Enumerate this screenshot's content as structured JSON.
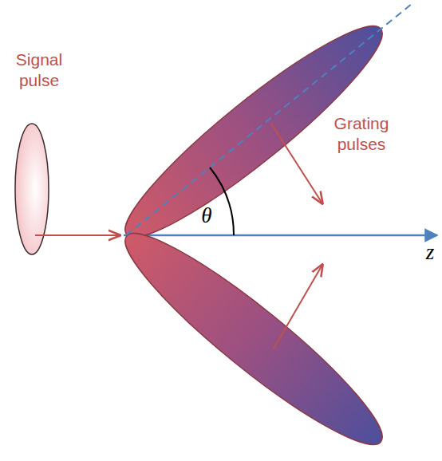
{
  "diagram": {
    "labels": [
      "Signal pulse",
      "Grating pulses",
      "θ",
      "z"
    ]
  }
}
